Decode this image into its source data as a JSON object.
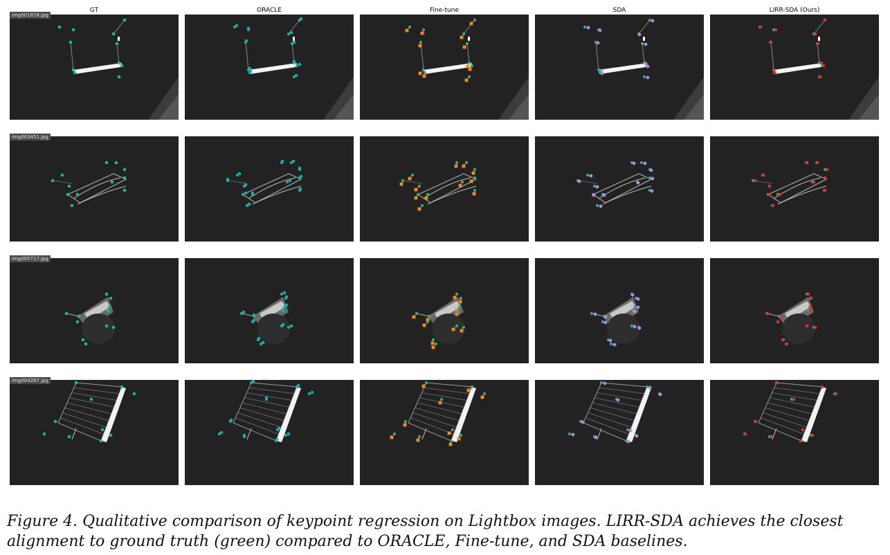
{
  "figure": {
    "columns": [
      {
        "title": "GT",
        "kp_color": "#1abc8c",
        "marker": "circle",
        "line_color": ""
      },
      {
        "title": "ORACLE",
        "kp_color": "#1aa8b8",
        "marker": "circle",
        "line_color": "#2a7fc0"
      },
      {
        "title": "Fine-tune",
        "kp_color": "#f08c1e",
        "marker": "square",
        "line_color": "#e85a10"
      },
      {
        "title": "SDA",
        "kp_color": "#b48ce6",
        "marker": "diamond",
        "line_color": "#8a6ad8"
      },
      {
        "title": "LIRR-SDA (Ours)",
        "kp_color": "#e03030",
        "marker": "circle",
        "line_color": "#d02020"
      }
    ],
    "gt_color": "#1abc8c",
    "rows": [
      {
        "image_label": "img001818.jpg"
      },
      {
        "image_label": "img003451.jpg"
      },
      {
        "image_label": "img005717.jpg"
      },
      {
        "image_label": "img004287.jpg"
      }
    ]
  },
  "caption": {
    "text": "Figure 4. Qualitative comparison of keypoint regression on Lightbox images. LIRR-SDA achieves the closest alignment to ground truth (green) compared to ORACLE, Fine-tune, and SDA baselines."
  }
}
